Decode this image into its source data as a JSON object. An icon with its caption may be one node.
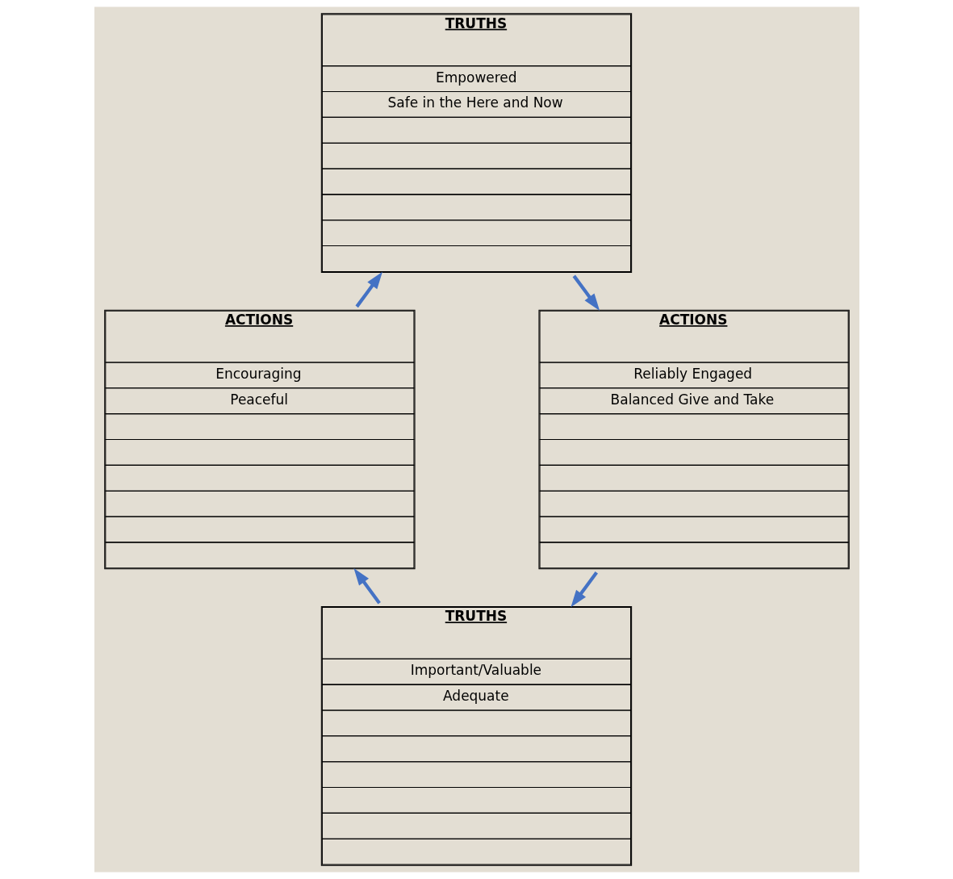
{
  "diagram": {
    "nodes": [
      {
        "text": [
          "TRUTHS",
          "Empowered",
          "Safe in the Here and Now"
        ]
      },
      {
        "text": [
          "ACTIONS",
          "Reliably Engaged",
          "Balanced Give and Take"
        ]
      },
      {
        "text": [
          "TRUTHS",
          "Important/Valuable",
          "Adequate"
        ]
      },
      {
        "text": [
          "ACTIONS",
          "Encouraging",
          "Peaceful"
        ]
      }
    ],
    "edges": [
      {
        "from": 0,
        "to": 1,
        "arrow": "to"
      },
      {
        "from": 1,
        "to": 2,
        "arrow": "to"
      },
      {
        "from": 2,
        "to": 3,
        "arrow": "to"
      },
      {
        "from": 3,
        "to": 0,
        "arrow": "to"
      }
    ]
  }
}
